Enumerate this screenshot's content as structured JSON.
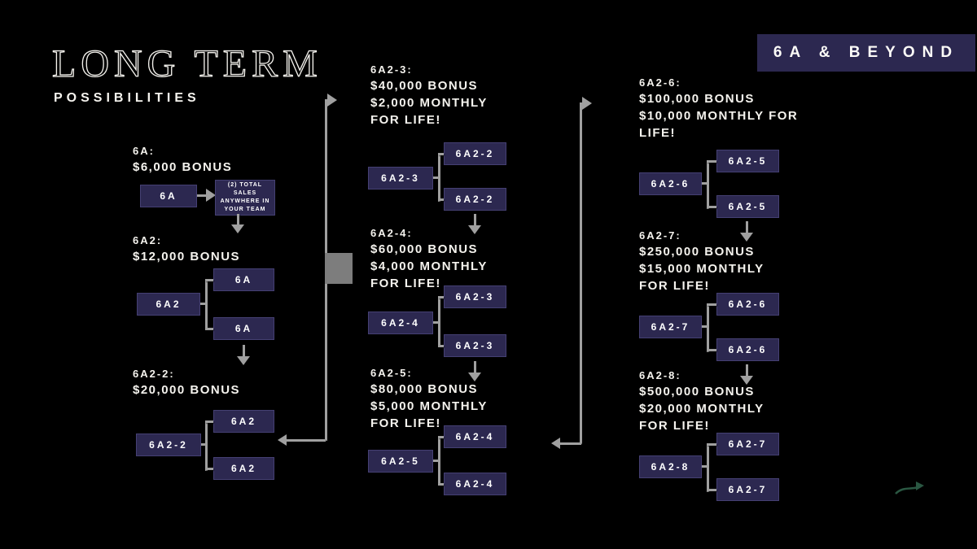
{
  "title": {
    "main": "LONG TERM",
    "sub": "POSSIBILITIES"
  },
  "badge": {
    "label": "6A & BEYOND"
  },
  "colors": {
    "background": "#000000",
    "box_fill": "#2c2850",
    "box_border": "#454073",
    "text": "#f5f3ee",
    "connector": "#a0a0a0",
    "deco_arrow": "#2a5742"
  },
  "note": {
    "lines": [
      "(2) TOTAL SALES",
      "ANYWHERE IN",
      "YOUR TEAM"
    ]
  },
  "sections": [
    {
      "rank": "6A:",
      "lines": [
        "$6,000 BONUS"
      ],
      "root": "6A",
      "children": []
    },
    {
      "rank": "6A2:",
      "lines": [
        "$12,000 BONUS"
      ],
      "root": "6A2",
      "children": [
        "6A",
        "6A"
      ]
    },
    {
      "rank": "6A2-2:",
      "lines": [
        "$20,000 BONUS"
      ],
      "root": "6A2-2",
      "children": [
        "6A2",
        "6A2"
      ]
    },
    {
      "rank": "6A2-3:",
      "lines": [
        "$40,000 BONUS",
        "$2,000 MONTHLY",
        "FOR LIFE!"
      ],
      "root": "6A2-3",
      "children": [
        "6A2-2",
        "6A2-2"
      ]
    },
    {
      "rank": "6A2-4:",
      "lines": [
        "$60,000 BONUS",
        "$4,000 MONTHLY",
        "FOR LIFE!"
      ],
      "root": "6A2-4",
      "children": [
        "6A2-3",
        "6A2-3"
      ]
    },
    {
      "rank": "6A2-5:",
      "lines": [
        "$80,000 BONUS",
        "$5,000 MONTHLY",
        "FOR LIFE!"
      ],
      "root": "6A2-5",
      "children": [
        "6A2-4",
        "6A2-4"
      ]
    },
    {
      "rank": "6A2-6:",
      "lines": [
        "$100,000 BONUS",
        "$10,000 MONTHLY FOR",
        "LIFE!"
      ],
      "root": "6A2-6",
      "children": [
        "6A2-5",
        "6A2-5"
      ]
    },
    {
      "rank": "6A2-7:",
      "lines": [
        "$250,000 BONUS",
        "$15,000 MONTHLY",
        "FOR LIFE!"
      ],
      "root": "6A2-7",
      "children": [
        "6A2-6",
        "6A2-6"
      ]
    },
    {
      "rank": "6A2-8:",
      "lines": [
        "$500,000 BONUS",
        "$20,000 MONTHLY",
        "FOR LIFE!"
      ],
      "root": "6A2-8",
      "children": [
        "6A2-7",
        "6A2-7"
      ]
    }
  ]
}
